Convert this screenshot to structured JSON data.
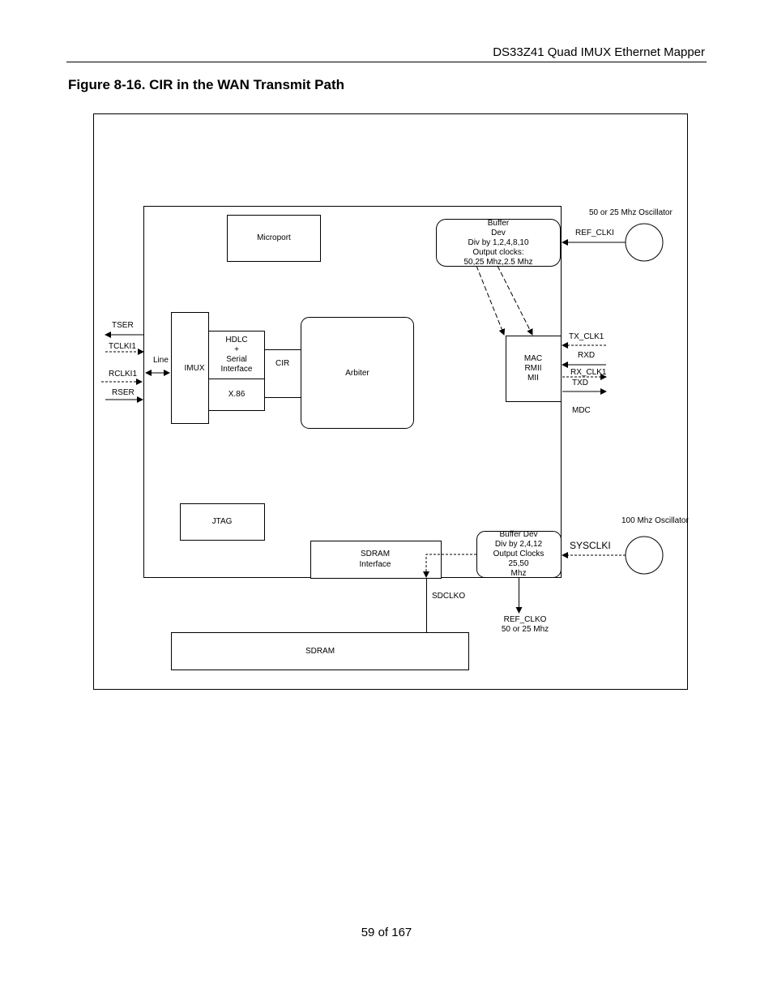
{
  "header": {
    "title": "DS33Z41 Quad IMUX Ethernet Mapper"
  },
  "figure": {
    "title": "Figure 8-16. CIR in the WAN Transmit Path"
  },
  "diagram": {
    "microport": "Microport",
    "buffer_top": [
      "Buffer",
      "Dev",
      "Div by 1,2,4,8,10",
      "Output clocks:",
      "50,25 Mhz,2.5 Mhz"
    ],
    "osc_top_label": "50 or 25  Mhz Oscillator",
    "ref_clki": "REF_CLKI",
    "tser": "TSER",
    "tclki1": "TCLKI1",
    "rclki1": "RCLKI1",
    "rser": "RSER",
    "line": "Line",
    "imux": "IMUX",
    "hdlc": [
      "HDLC",
      "+",
      "Serial",
      "Interface"
    ],
    "x86": "X.86",
    "cir": "CIR",
    "arbiter": "Arbiter",
    "mac": [
      "MAC",
      "RMII",
      "MII"
    ],
    "tx_clk1": "TX_CLK1",
    "rxd": "RXD",
    "rx_clk1": "RX_CLK1",
    "txd": "TXD",
    "mdc": "MDC",
    "jtag": "JTAG",
    "osc_bottom_label": "100 Mhz Oscillator",
    "buffer_bottom": [
      "Buffer Dev",
      "Div by 2,4,12",
      "Output Clocks",
      "25,50",
      "Mhz"
    ],
    "sysclki": "SYSCLKI",
    "sdram_interface": [
      "SDRAM",
      "Interface"
    ],
    "sdclko": "SDCLKO",
    "ref_clko": [
      "REF_CLKO",
      "50 or 25 Mhz"
    ],
    "sdram": "SDRAM"
  },
  "footer": {
    "page": "59 of 167"
  }
}
